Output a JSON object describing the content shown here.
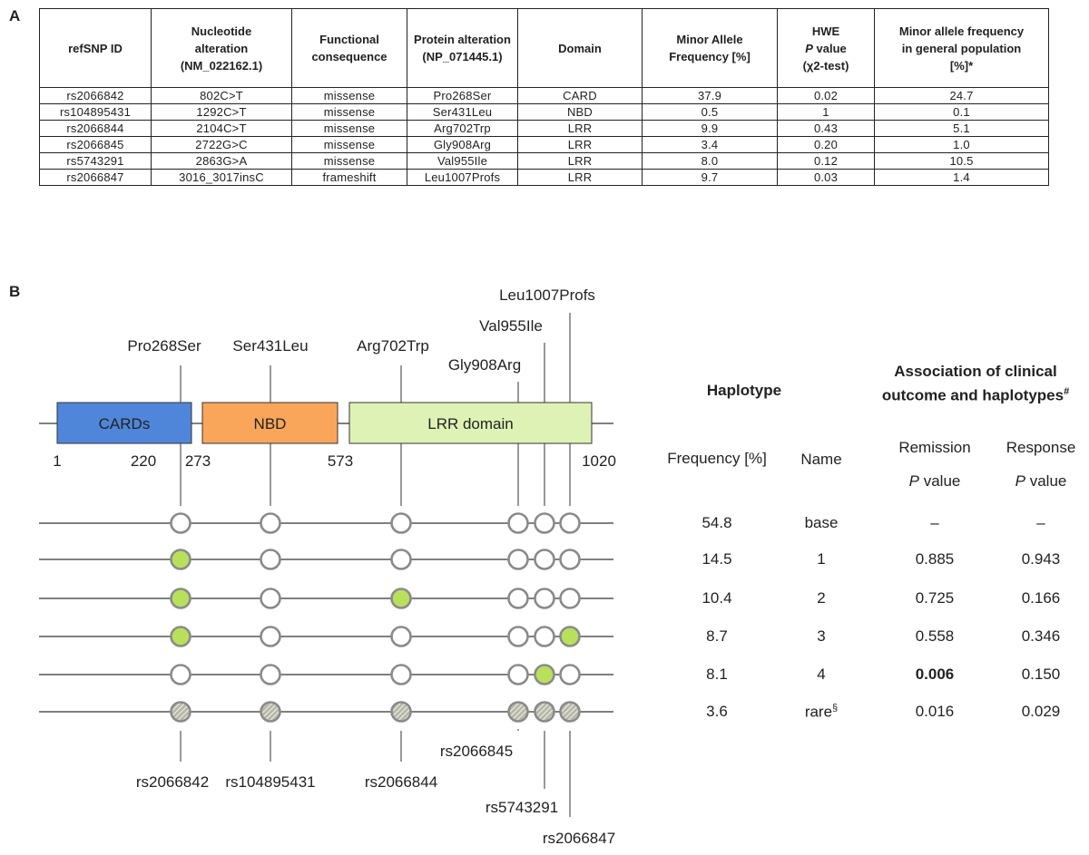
{
  "panel_a": {
    "label": "A",
    "headers": [
      {
        "lines": [
          "refSNP ID"
        ]
      },
      {
        "lines": [
          "Nucleotide",
          "alteration",
          "(NM_022162.1)"
        ]
      },
      {
        "lines": [
          "Functional",
          "consequence"
        ]
      },
      {
        "lines": [
          "Protein alteration",
          "(NP_071445.1)"
        ]
      },
      {
        "lines": [
          "Domain"
        ]
      },
      {
        "lines": [
          "Minor Allele",
          "Frequency [%]"
        ]
      },
      {
        "lines": [
          "HWE",
          "P value",
          "(χ2-test)"
        ]
      },
      {
        "lines": [
          "Minor allele frequency",
          "in general population",
          "[%]*"
        ]
      }
    ],
    "rows": [
      [
        "rs2066842",
        "802C>T",
        "missense",
        "Pro268Ser",
        "CARD",
        "37.9",
        "0.02",
        "24.7"
      ],
      [
        "rs104895431",
        "1292C>T",
        "missense",
        "Ser431Leu",
        "NBD",
        "0.5",
        "1",
        "0.1"
      ],
      [
        "rs2066844",
        "2104C>T",
        "missense",
        "Arg702Trp",
        "LRR",
        "9.9",
        "0.43",
        "5.1"
      ],
      [
        "rs2066845",
        "2722G>C",
        "missense",
        "Gly908Arg",
        "LRR",
        "3.4",
        "0.20",
        "1.0"
      ],
      [
        "rs5743291",
        "2863G>A",
        "missense",
        "Val955Ile",
        "LRR",
        "8.0",
        "0.12",
        "10.5"
      ],
      [
        "rs2066847",
        "3016_3017insC",
        "frameshift",
        "Leu1007Profs",
        "LRR",
        "9.7",
        "0.03",
        "1.4"
      ]
    ]
  },
  "panel_b": {
    "label": "B",
    "domains": [
      {
        "name": "CARDs",
        "color": "#4f86d9"
      },
      {
        "name": "NBD",
        "color": "#f9a55a"
      },
      {
        "name": "LRR domain",
        "color": "#dff2b5"
      }
    ],
    "positions": [
      "1",
      "220",
      "273",
      "573",
      "1020"
    ],
    "mutations": [
      "Pro268Ser",
      "Ser431Leu",
      "Arg702Trp",
      "Gly908Arg",
      "Val955Ile",
      "Leu1007Profs"
    ],
    "snps": [
      "rs2066842",
      "rs104895431",
      "rs2066844",
      "rs2066845",
      "rs5743291",
      "rs2066847"
    ],
    "colors": {
      "minor": "#b8e05a",
      "major": "#ffffff",
      "rare": "#b8b8a8",
      "outline": "#8a8a8a"
    },
    "haplotype_patterns": [
      [
        "o",
        "o",
        "o",
        "o",
        "o",
        "o"
      ],
      [
        "m",
        "o",
        "o",
        "o",
        "o",
        "o"
      ],
      [
        "m",
        "o",
        "m",
        "o",
        "o",
        "o"
      ],
      [
        "m",
        "o",
        "o",
        "o",
        "o",
        "m"
      ],
      [
        "o",
        "o",
        "o",
        "o",
        "m",
        "o"
      ],
      [
        "r",
        "r",
        "r",
        "r",
        "r",
        "r"
      ]
    ],
    "haplotype_title": "Haplotype",
    "association_title": "Association of clinical outcome and haplotypes",
    "association_mark": "#",
    "col_frequency": "Frequency [%]",
    "col_name": "Name",
    "col_remission": "Remission",
    "col_response": "Response",
    "pvalue_label": "P",
    "pvalue_suffix": "value",
    "haplotypes": [
      {
        "freq": "54.8",
        "name": "base",
        "remission": "–",
        "response": "–"
      },
      {
        "freq": "14.5",
        "name": "1",
        "remission": "0.885",
        "response": "0.943"
      },
      {
        "freq": "10.4",
        "name": "2",
        "remission": "0.725",
        "response": "0.166"
      },
      {
        "freq": "8.7",
        "name": "3",
        "remission": "0.558",
        "response": "0.346"
      },
      {
        "freq": "8.1",
        "name": "4",
        "remission": "0.006",
        "response": "0.150"
      },
      {
        "freq": "3.6",
        "name": "rare",
        "name_mark": "§",
        "remission": "0.016",
        "response": "0.029"
      }
    ]
  }
}
